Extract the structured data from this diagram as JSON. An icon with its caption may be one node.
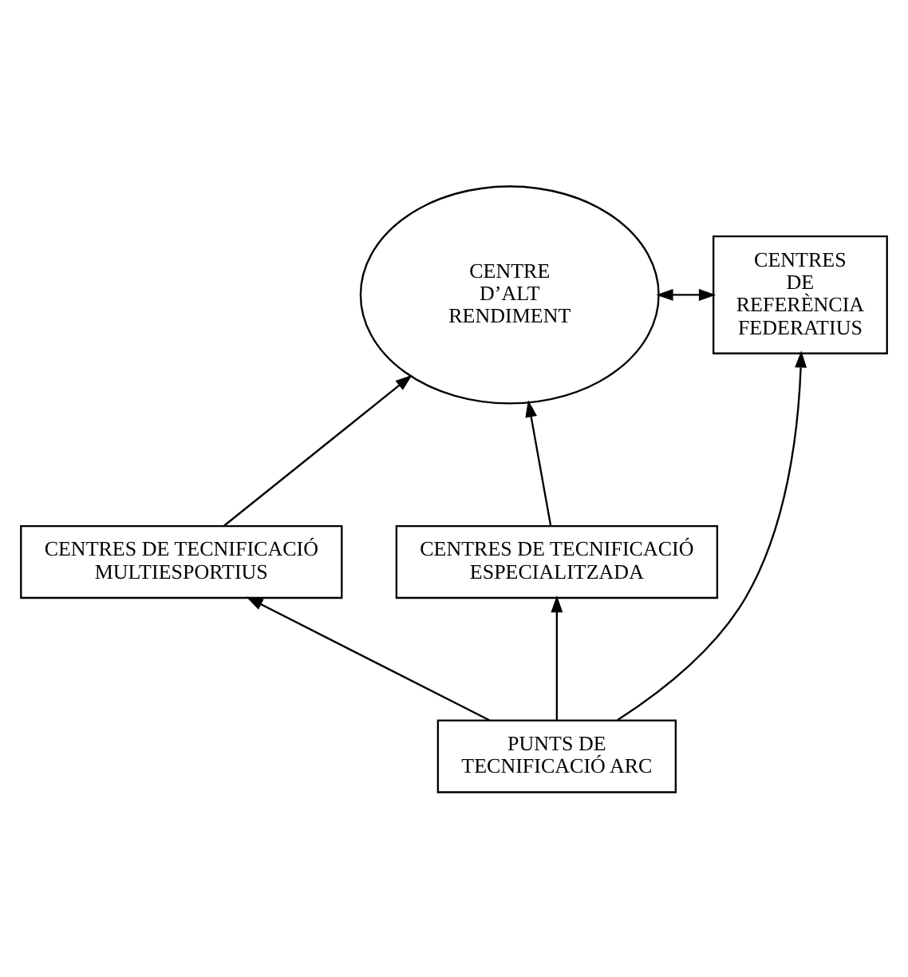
{
  "diagram": {
    "nodes": [
      {
        "text": [
          "CENTRE D’ALT RENDIMENT"
        ]
      },
      {
        "text": [
          "CENTRES DE REFERÈNCIA FEDERATIUS"
        ]
      },
      {
        "text": [
          "CENTRES DE TECNIFICACIÓ MULTIESPORTIUS"
        ]
      },
      {
        "text": [
          "CENTRES DE TECNIFICACIÓ ESPECIALITZADA"
        ]
      },
      {
        "text": [
          "PUNTS DE TECNIFICACIÓ ARC"
        ]
      }
    ],
    "edges": [
      {
        "from": 2,
        "to": 0,
        "arrow": "to"
      },
      {
        "from": 3,
        "to": 0,
        "arrow": "to"
      },
      {
        "from": 0,
        "to": 1,
        "arrow": "both"
      },
      {
        "from": 4,
        "to": 2,
        "arrow": "to"
      },
      {
        "from": 4,
        "to": 3,
        "arrow": "to"
      },
      {
        "from": 4,
        "to": 1,
        "arrow": "to"
      }
    ]
  }
}
